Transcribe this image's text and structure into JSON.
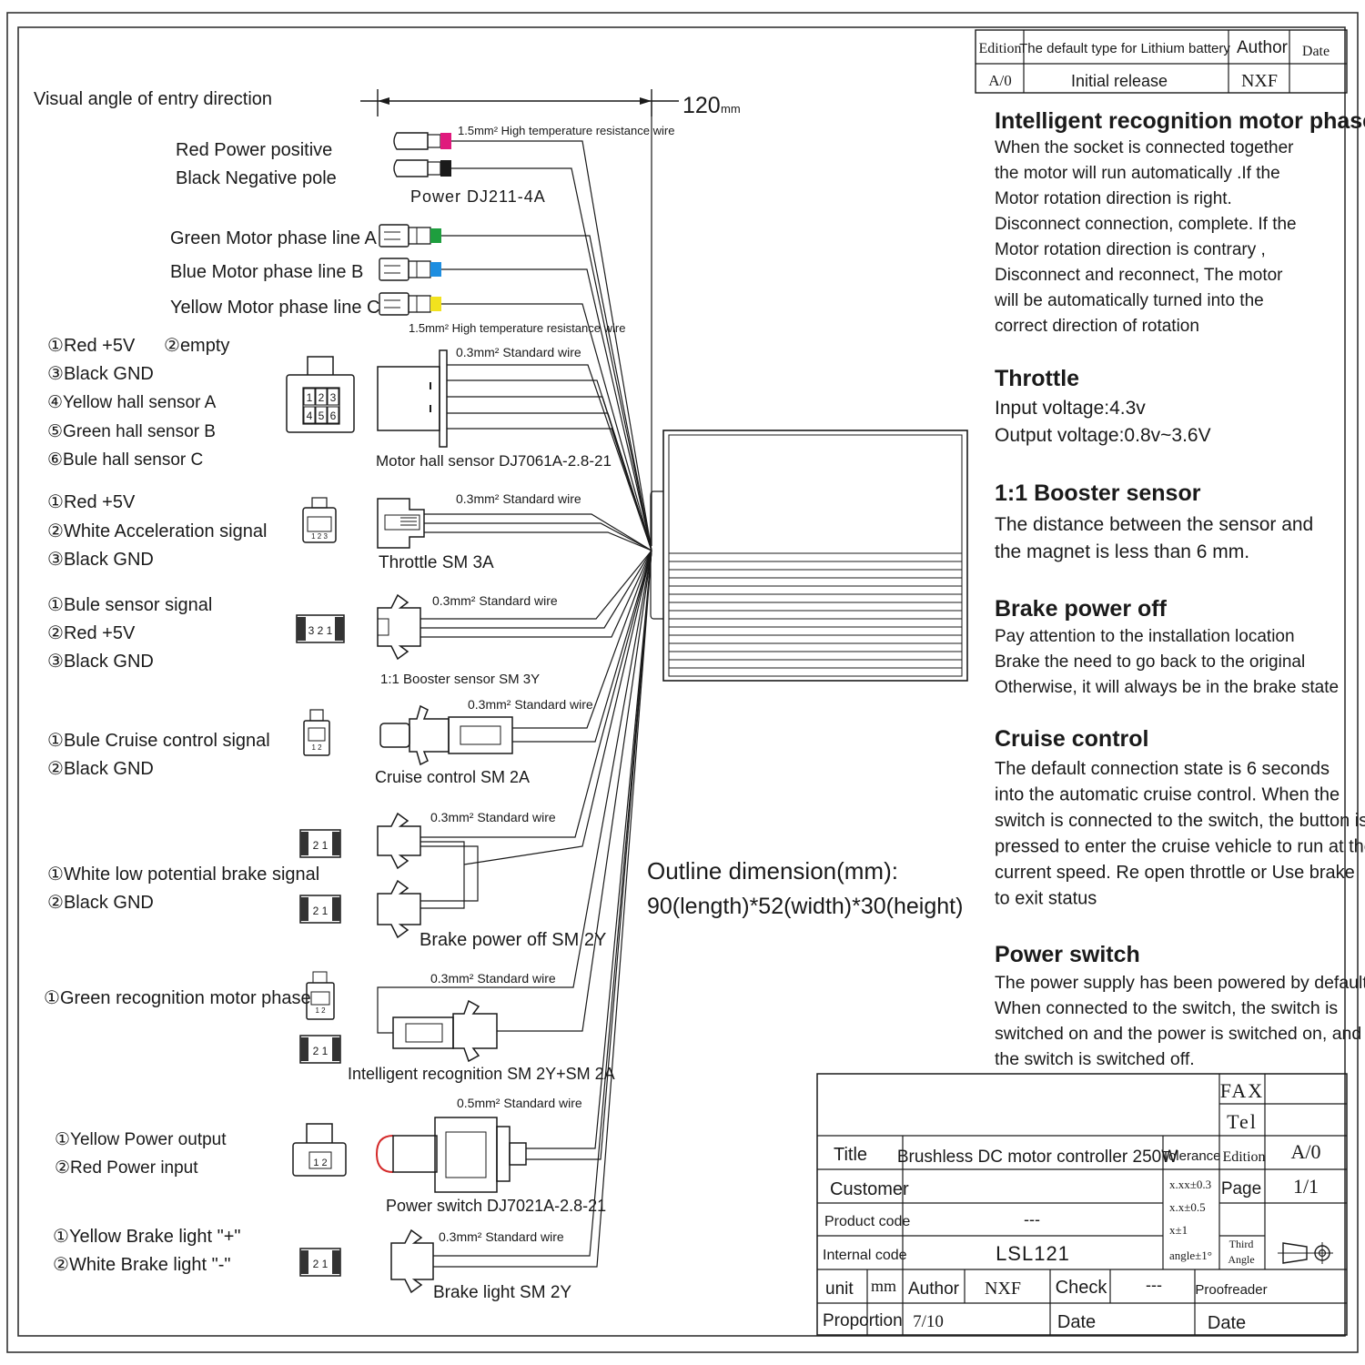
{
  "revision_table": {
    "edition_label": "Edition",
    "desc_label": "The default type for Lithium battery",
    "author_label": "Author",
    "date_label": "Date",
    "edition_value": "A/0",
    "desc_value": "Initial release",
    "author_value": "NXF"
  },
  "header": {
    "entry_direction": "Visual angle of entry direction",
    "dimension_value": "120",
    "dimension_unit": "mm"
  },
  "power": {
    "pin1": "Red   Power positive",
    "pin2": "Black  Negative pole",
    "wire_note": "1.5mm² High temperature resistance wire",
    "connector": "Power DJ211-4A"
  },
  "motor_phase": {
    "green": "Green Motor phase line A",
    "blue": "Blue  Motor phase line B",
    "yellow": "Yellow  Motor phase line C",
    "wire_note": "1.5mm² High temperature resistance wire",
    "color_green": "#1e9e3e",
    "color_blue": "#1e8ee0",
    "color_yellow": "#f2e21e",
    "color_magenta": "#e0197d"
  },
  "hall_sensor": {
    "pin1": "Red +5V",
    "pin2": "empty",
    "pin3": "Black GND",
    "pin4": "Yellow hall sensor A",
    "pin5": "Green hall sensor B",
    "pin6": "Bule hall sensor C",
    "wire_note": "0.3mm² Standard wire",
    "connector": "Motor hall sensor DJ7061A-2.8-21",
    "pin_numbers": [
      "1",
      "2",
      "3",
      "4",
      "5",
      "6"
    ]
  },
  "throttle_conn": {
    "pin1": "Red  +5V",
    "pin2": "White Acceleration signal",
    "pin3": "Black GND",
    "wire_note": "0.3mm² Standard wire",
    "connector": "Throttle SM 3A",
    "pin_numbers": "1 2 3"
  },
  "booster_conn": {
    "pin1": "Bule sensor signal",
    "pin2": "Red +5V",
    "pin3": "Black GND",
    "wire_note": "0.3mm² Standard wire",
    "connector": "1:1 Booster sensor SM 3Y",
    "pin_numbers": "3 2 1"
  },
  "cruise_conn": {
    "pin1": "Bule Cruise control signal",
    "pin2": "Black GND",
    "wire_note": "0.3mm² Standard wire",
    "connector": "Cruise control SM 2A",
    "pin_numbers": "1 2"
  },
  "brake_conn": {
    "pin1": "White  low potential brake signal",
    "pin2": "Black GND",
    "wire_note": "0.3mm² Standard wire",
    "connector": "Brake power off SM 2Y",
    "pin_numbers": "2 1"
  },
  "recognition_conn": {
    "pin1": "Green  recognition motor phase",
    "wire_note": "0.3mm² Standard wire",
    "connector": "Intelligent recognition SM 2Y+SM 2A",
    "pin_numbers_a": "1 2",
    "pin_numbers_b": "2 1"
  },
  "power_switch_conn": {
    "pin1": "Yellow Power output",
    "pin2": "Red Power input",
    "wire_note": "0.5mm² Standard wire",
    "connector": "Power switch DJ7021A-2.8-21",
    "pin_numbers": "1 2"
  },
  "brake_light_conn": {
    "pin1": "Yellow Brake light  \"+\"",
    "pin2": "White Brake light  \"-\"",
    "wire_note": "0.3mm² Standard wire",
    "connector": "Brake light SM 2Y",
    "pin_numbers": "2 1"
  },
  "outline": {
    "title": "Outline dimension(mm):",
    "value": "90(length)*52(width)*30(height)"
  },
  "notes": {
    "n1_title": "Intelligent recognition motor phase",
    "n1_lines": [
      "When the socket is connected together",
      "the motor will run automatically .If the",
      "Motor rotation direction is right.",
      "Disconnect connection, complete. If the",
      "Motor rotation direction  is contrary ,",
      "Disconnect and reconnect, The motor",
      "will be automatically turned into the",
      "correct direction of rotation"
    ],
    "n2_title": "Throttle",
    "n2_lines": [
      "Input voltage:4.3v",
      "Output voltage:0.8v~3.6V"
    ],
    "n3_title": "1:1 Booster sensor",
    "n3_lines": [
      "The distance between the sensor and",
      " the magnet is less than 6 mm."
    ],
    "n4_title": "Brake power off",
    "n4_lines": [
      "Pay attention to the installation location",
      "Brake the need to go back to the original",
      "Otherwise, it will always be in the brake state"
    ],
    "n5_title": "Cruise control",
    "n5_lines": [
      "The default connection state is 6 seconds",
      "into the automatic cruise control. When the",
      " switch is connected to the switch, the button is",
      " pressed to enter the cruise vehicle to run at the",
      " current speed. Re open throttle or Use brake",
      "to exit status"
    ],
    "n6_title": "Power switch",
    "n6_lines": [
      "The power supply has been powered by default",
      "When connected to the switch, the switch is",
      " switched on and the power is switched on, and",
      " the switch is switched off."
    ]
  },
  "title_block": {
    "fax": "FAX",
    "tel": "Tel",
    "title_label": "Title",
    "title_value": "Brushless DC motor controller 250W",
    "tolerance_label": "Tolerance",
    "edition_label": "Edition",
    "edition_value": "A/0",
    "customer_label": "Customer",
    "page_label": "Page",
    "page_value": "1/1",
    "product_code_label": "Product code",
    "product_code_value": "---",
    "internal_code_label": "Internal code",
    "internal_code_value": "LSL121",
    "tol1": "x.xx±0.3",
    "tol2": "x.x±0.5",
    "tol3": "x±1",
    "tol4": "angle±1°",
    "third_angle_1": "Third",
    "third_angle_2": "Angle",
    "unit_label": "unit",
    "unit_value": "mm",
    "author_label": "Author",
    "author_value": "NXF",
    "check_label": "Check",
    "check_value": "---",
    "proofreader_label": "Proofreader",
    "proportion_label": "Proportion",
    "proportion_value": "7/10",
    "date_label": "Date",
    "date_label2": "Date"
  }
}
